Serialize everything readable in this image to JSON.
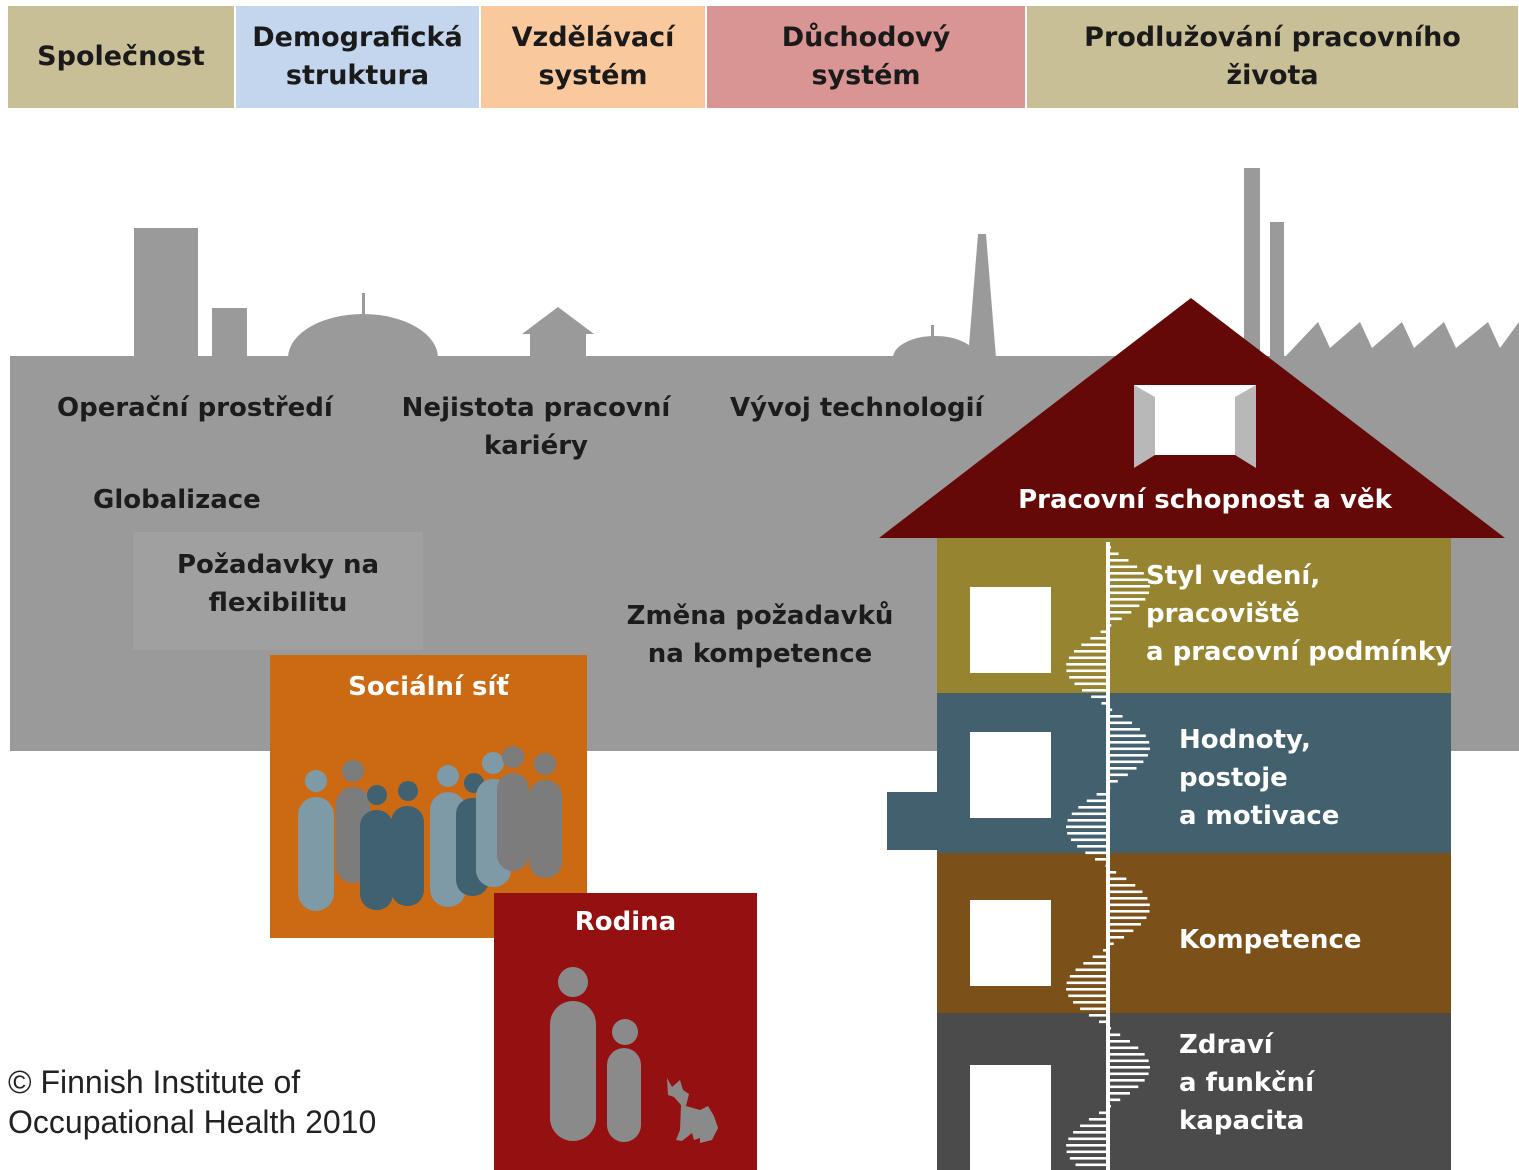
{
  "header": [
    {
      "label": "Společnost",
      "color": "#c9bf97"
    },
    {
      "label": "Demografická\nstruktura",
      "color": "#c3d6ee"
    },
    {
      "label": "Vzdělávací\nsystém",
      "color": "#f9c99d"
    },
    {
      "label": "Důchodový\nsystém",
      "color": "#d99494"
    },
    {
      "label": "Prodlužování pracovního\nživota",
      "color": "#c9bf97"
    }
  ],
  "environment": {
    "operating": "Operační prostředí",
    "uncertainty": "Nejistota pracovní\nkariéry",
    "technology": "Vývoj technologií",
    "globalization": "Globalizace",
    "flexibility": "Požadavky na\nflexibilitu",
    "competence_change": "Změna požadavků\nna kompetence"
  },
  "social_network": {
    "label": "Sociální síť",
    "color": "#cc6a14"
  },
  "family": {
    "label": "Rodina",
    "color": "#951010"
  },
  "house": {
    "roof_label": "Pracovní schopnost a věk",
    "roof_color": "#650808",
    "floors": [
      {
        "label": "Styl vedení,\npracoviště\na pracovní podmínky",
        "color": "#978430"
      },
      {
        "label": "Hodnoty,\npostoje\na motivace",
        "color": "#42606e"
      },
      {
        "label": "Kompetence",
        "color": "#7b5019"
      },
      {
        "label": "Zdraví\na funkční\nkapacita",
        "color": "#4b4b4b"
      }
    ]
  },
  "copyright": "© Finnish Institute of\nOccupational Health 2010"
}
